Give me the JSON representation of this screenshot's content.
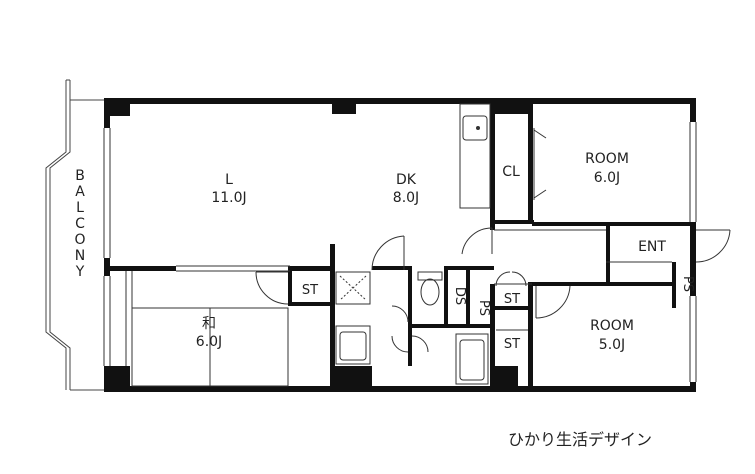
{
  "rooms": {
    "living": {
      "name": "L",
      "size": "11.0J"
    },
    "dk": {
      "name": "DK",
      "size": "8.0J"
    },
    "cl": {
      "name": "CL"
    },
    "room_top": {
      "name": "ROOM",
      "size": "6.0J"
    },
    "ent": {
      "name": "ENT"
    },
    "room_bottom": {
      "name": "ROOM",
      "size": "5.0J"
    },
    "washitsu": {
      "name": "和",
      "size": "6.0J"
    },
    "st_left": {
      "name": "ST"
    },
    "ds": {
      "name": "DS"
    },
    "ps_mid": {
      "name": "PS"
    },
    "st_mid_top": {
      "name": "ST"
    },
    "st_mid_bottom": {
      "name": "ST"
    },
    "ps_right": {
      "name": "PS"
    }
  },
  "balcony": {
    "letters": [
      "B",
      "A",
      "L",
      "C",
      "O",
      "N",
      "Y"
    ]
  },
  "credit": "ひかり生活デザイン"
}
